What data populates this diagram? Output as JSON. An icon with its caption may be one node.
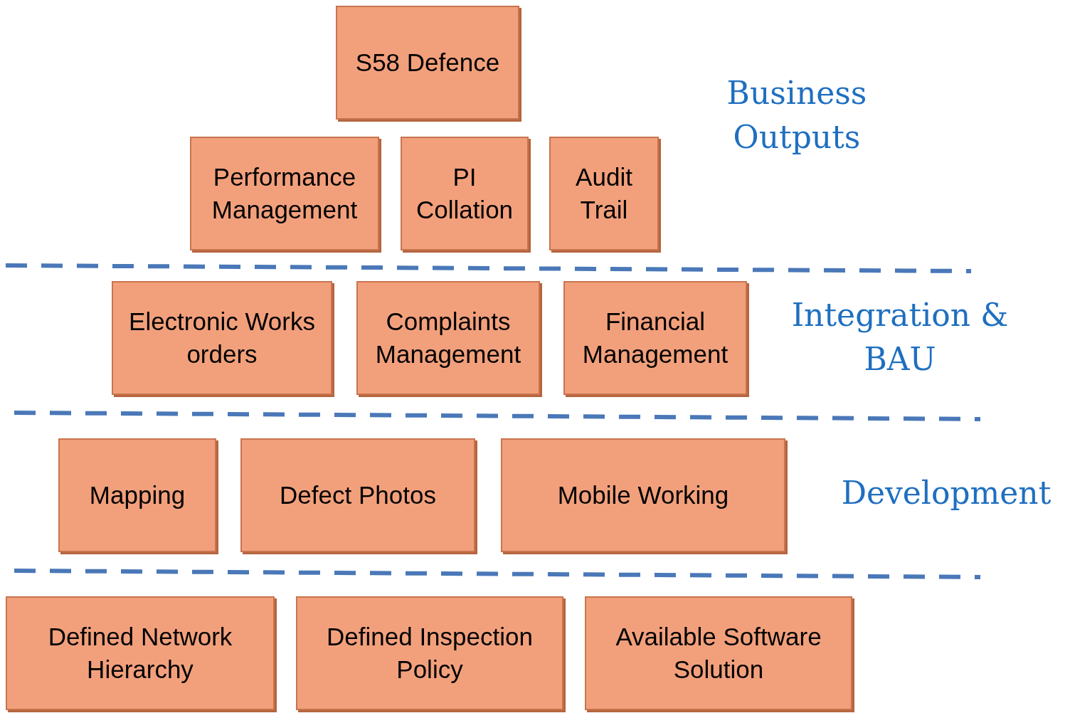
{
  "diagram": {
    "nodes": [
      {
        "text": [
          "S58 Defence"
        ]
      },
      {
        "text": [
          "Performance Management"
        ]
      },
      {
        "text": [
          "PI Collation"
        ]
      },
      {
        "text": [
          "Audit Trail"
        ]
      },
      {
        "text": [
          "Electronic Works orders"
        ]
      },
      {
        "text": [
          "Complaints Management"
        ]
      },
      {
        "text": [
          "Financial Management"
        ]
      },
      {
        "text": [
          "Mapping"
        ]
      },
      {
        "text": [
          "Defect Photos"
        ]
      },
      {
        "text": [
          "Mobile Working"
        ]
      },
      {
        "text": [
          "Defined Network Hierarchy"
        ]
      },
      {
        "text": [
          "Defined Inspection Policy"
        ]
      },
      {
        "text": [
          "Available Software Solution"
        ]
      }
    ],
    "edges": [],
    "labels": [
      "Business Outputs",
      "Integration & BAU",
      "Development"
    ]
  }
}
